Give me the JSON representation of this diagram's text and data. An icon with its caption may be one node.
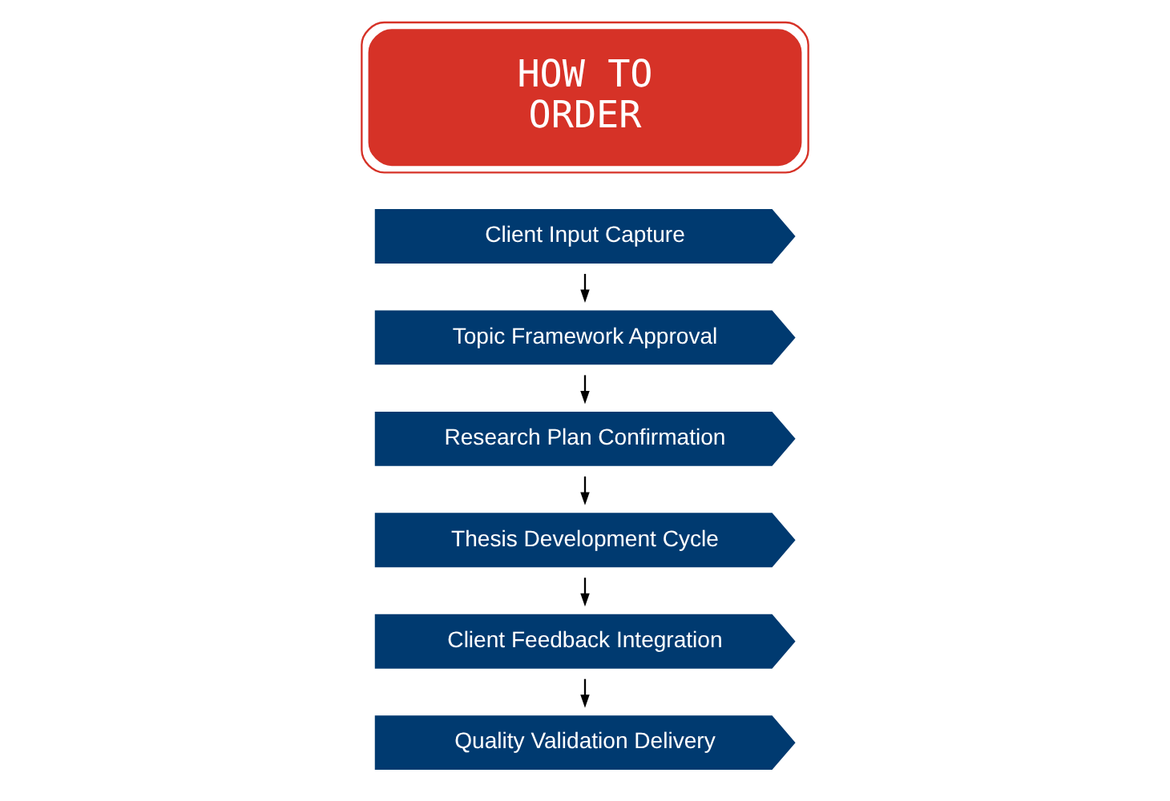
{
  "diagram": {
    "nodes": [
      {
        "text": [
          "HOW TO ORDER"
        ]
      },
      {
        "text": [
          "Client Input Capture"
        ]
      },
      {
        "text": [
          "Topic Framework Approval"
        ]
      },
      {
        "text": [
          "Research Plan Confirmation"
        ]
      },
      {
        "text": [
          "Thesis Development Cycle"
        ]
      },
      {
        "text": [
          "Client Feedback Integration"
        ]
      },
      {
        "text": [
          "Quality Validation Delivery"
        ]
      }
    ],
    "edges": [
      {
        "from": 1,
        "to": 2,
        "arrow": "to"
      },
      {
        "from": 2,
        "to": 3,
        "arrow": "to"
      },
      {
        "from": 3,
        "to": 4,
        "arrow": "to"
      },
      {
        "from": 4,
        "to": 5,
        "arrow": "to"
      },
      {
        "from": 5,
        "to": 6,
        "arrow": "to"
      }
    ]
  }
}
